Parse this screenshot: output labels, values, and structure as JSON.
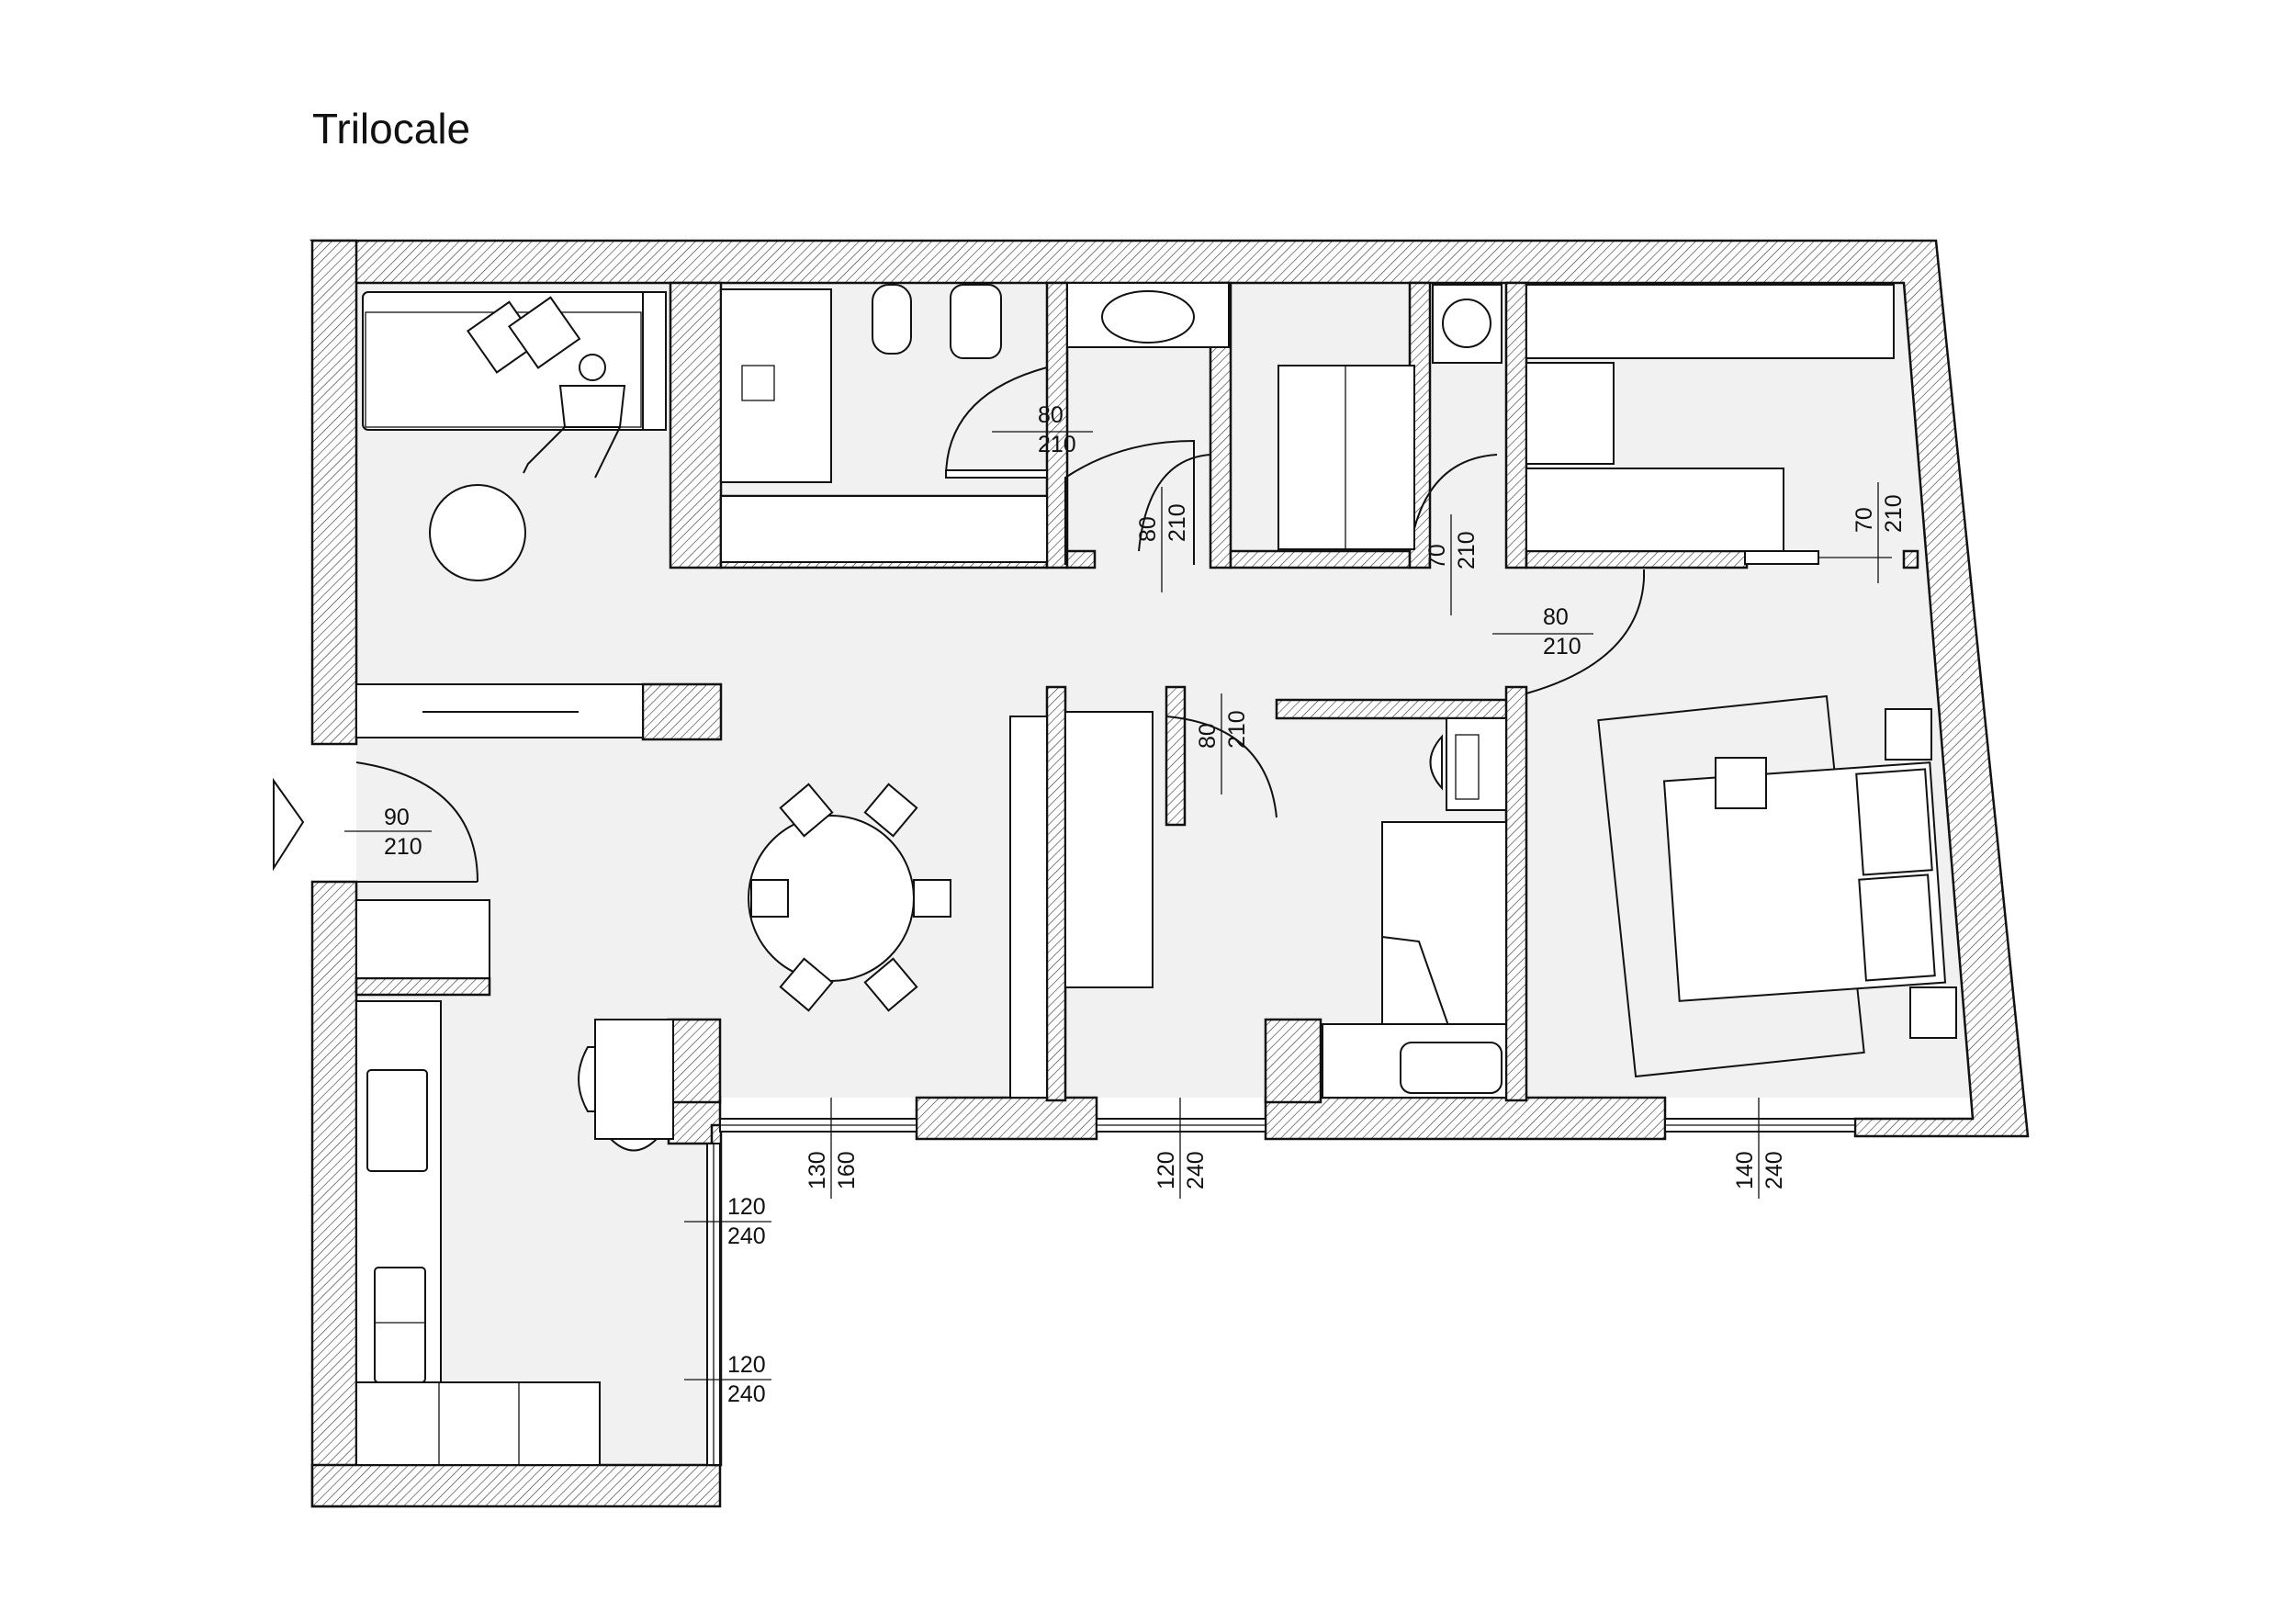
{
  "title": "Trilocale",
  "openings": {
    "entrance_door": [
      "90",
      "210"
    ],
    "bath_door": [
      "80",
      "210"
    ],
    "wc_door": [
      "80",
      "210"
    ],
    "laundry_door": [
      "70",
      "210"
    ],
    "hall_door": [
      "80",
      "210"
    ],
    "closet_door": [
      "70",
      "210"
    ],
    "single_room_door": [
      "80",
      "210"
    ],
    "living_window": [
      "130",
      "160"
    ],
    "single_room_window": [
      "120",
      "240"
    ],
    "master_room_window": [
      "140",
      "240"
    ],
    "kitchen_window_upper": [
      "120",
      "240"
    ],
    "kitchen_window_lower": [
      "120",
      "240"
    ]
  }
}
